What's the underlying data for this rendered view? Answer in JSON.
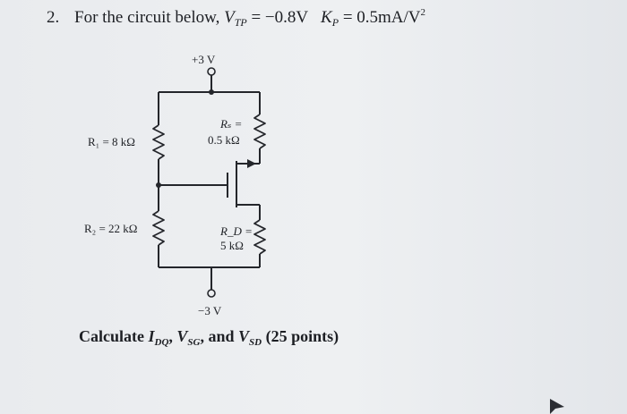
{
  "problem": {
    "number": "2.",
    "lead": "For the circuit below,",
    "vtp_symbol": "V",
    "vtp_sub": "TP",
    "vtp_value": "= −0.8V",
    "kp_symbol": "K",
    "kp_sub": "P",
    "kp_value": "= 0.5mA/V",
    "kp_exp": "2"
  },
  "circuit": {
    "supply_top": "+3 V",
    "supply_bottom": "−3 V",
    "r1_label": "R₁ = 8 kΩ",
    "r2_label": "R₂ = 22 kΩ",
    "rs_name": "Rₛ =",
    "rs_value": "0.5 kΩ",
    "rd_name": "R_D =",
    "rd_value": "5 kΩ"
  },
  "question": {
    "lead": "Calculate ",
    "idq_symbol": "I",
    "idq_sub": "DQ",
    "vsg_symbol": "V",
    "vsg_sub": "SG",
    "vsd_symbol": "V",
    "vsd_sub": "SD",
    "and_text": ", and ",
    "comma": ", ",
    "points": " (25 points)"
  }
}
